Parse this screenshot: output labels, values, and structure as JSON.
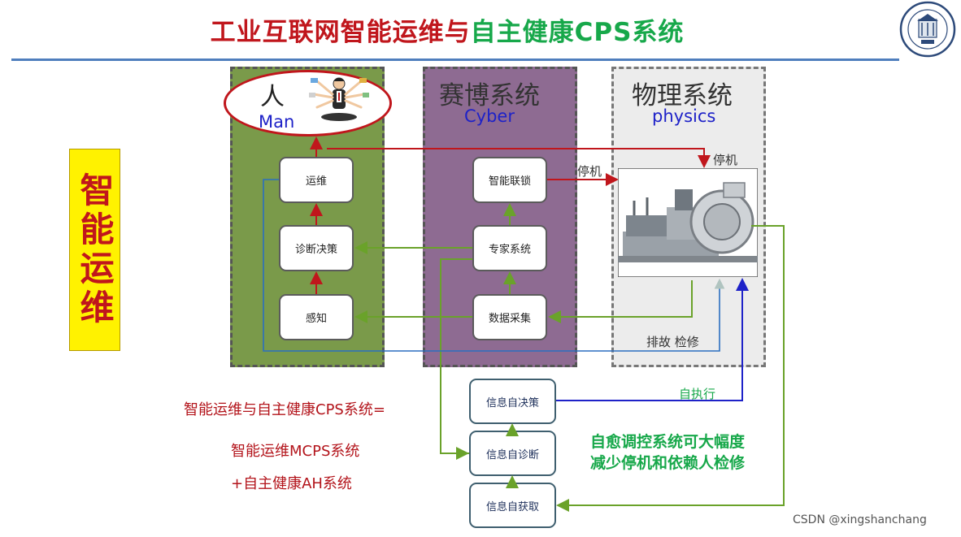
{
  "title": {
    "part1": "工业互联网智能运维与",
    "part2": "自主健康CPS系统"
  },
  "colors": {
    "red": "#c0161c",
    "green": "#17a84a",
    "blue": "#1e22c8",
    "man_panel": "#7a9a4a",
    "cyber_panel": "#8e6b92"
  },
  "side_label": "智能运维",
  "man": {
    "cn": "人",
    "en": "Man",
    "boxes": [
      "运维",
      "诊断决策",
      "感知"
    ]
  },
  "cyber": {
    "cn": "赛博系统",
    "en": "Cyber",
    "boxes": [
      "智能联锁",
      "专家系统",
      "数据采集"
    ]
  },
  "physics": {
    "cn": "物理系统",
    "en": "physics",
    "stop_label_1": "停机",
    "stop_label_2": "停机",
    "repair_label": "排故 检修"
  },
  "info_boxes": [
    "信息自决策",
    "信息自诊断",
    "信息自获取"
  ],
  "self_exec": "自执行",
  "equation": {
    "line1": "智能运维与自主健康CPS系统=",
    "line2": "智能运维MCPS系统",
    "line3": "+自主健康AH系统"
  },
  "green_note": {
    "line1": "自愈调控系统可大幅度",
    "line2": "减少停机和依赖人检修"
  },
  "watermark": "CSDN @xingshanchang"
}
